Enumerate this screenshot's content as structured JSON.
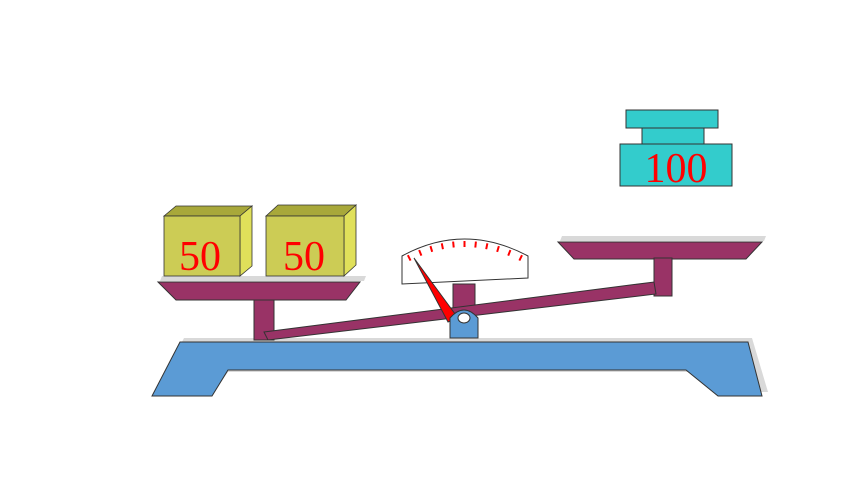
{
  "colors": {
    "base_fill": "#5b9bd5",
    "base_shadow": "#d9d9d9",
    "arm": "#993366",
    "block_face": "#cccc55",
    "block_top": "#a8a83a",
    "block_side": "#e0e05a",
    "weight_fill": "#33cccc",
    "label_text": "#ff0000",
    "pivot": "#5b9bd5",
    "pointer": "#ff0000",
    "dial_fill": "#ffffff",
    "dial_tick": "#ff0000",
    "outline": "#333333"
  },
  "left_pan": {
    "blocks": [
      {
        "label": "50"
      },
      {
        "label": "50"
      }
    ]
  },
  "right_weight": {
    "label": "100"
  },
  "dial": {
    "tick_count": 11
  }
}
